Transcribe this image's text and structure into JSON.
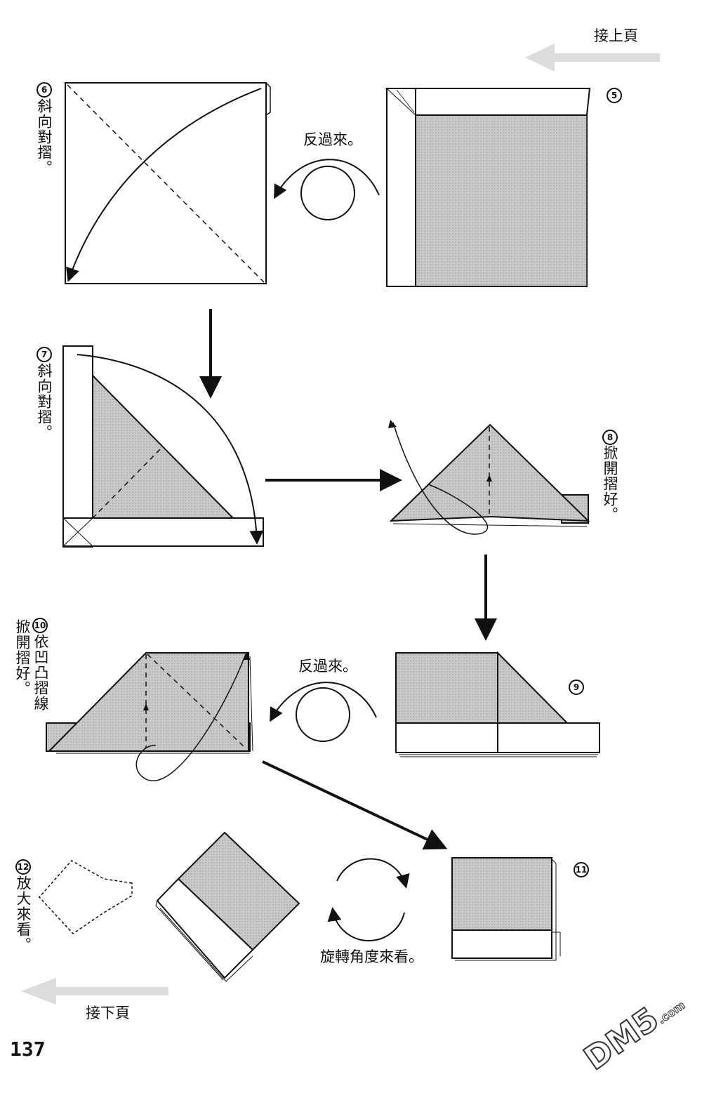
{
  "nav": {
    "prev_page": "接上頁",
    "next_page": "接下頁"
  },
  "steps": [
    {
      "num": "5",
      "text": ""
    },
    {
      "num": "6",
      "text": "斜向對摺。"
    },
    {
      "num": "7",
      "text": "斜向對摺。"
    },
    {
      "num": "8",
      "text": "掀開摺好。"
    },
    {
      "num": "9",
      "text": ""
    },
    {
      "num": "10",
      "text_col1": "依凹凸摺線",
      "text_col2": "掀開摺好。"
    },
    {
      "num": "11",
      "text": ""
    },
    {
      "num": "12",
      "text": "放大來看。"
    }
  ],
  "labels": {
    "flip_over_1": "反過來。",
    "flip_over_2": "反過來。",
    "rotate_view": "旋轉角度來看。"
  },
  "page_number": "137",
  "watermark": {
    "main": "DM5",
    "sub": ".com"
  },
  "colors": {
    "paper_shade": "#c4c4c4",
    "line": "#111111",
    "ghost_arrow": "#d6d6d6"
  }
}
